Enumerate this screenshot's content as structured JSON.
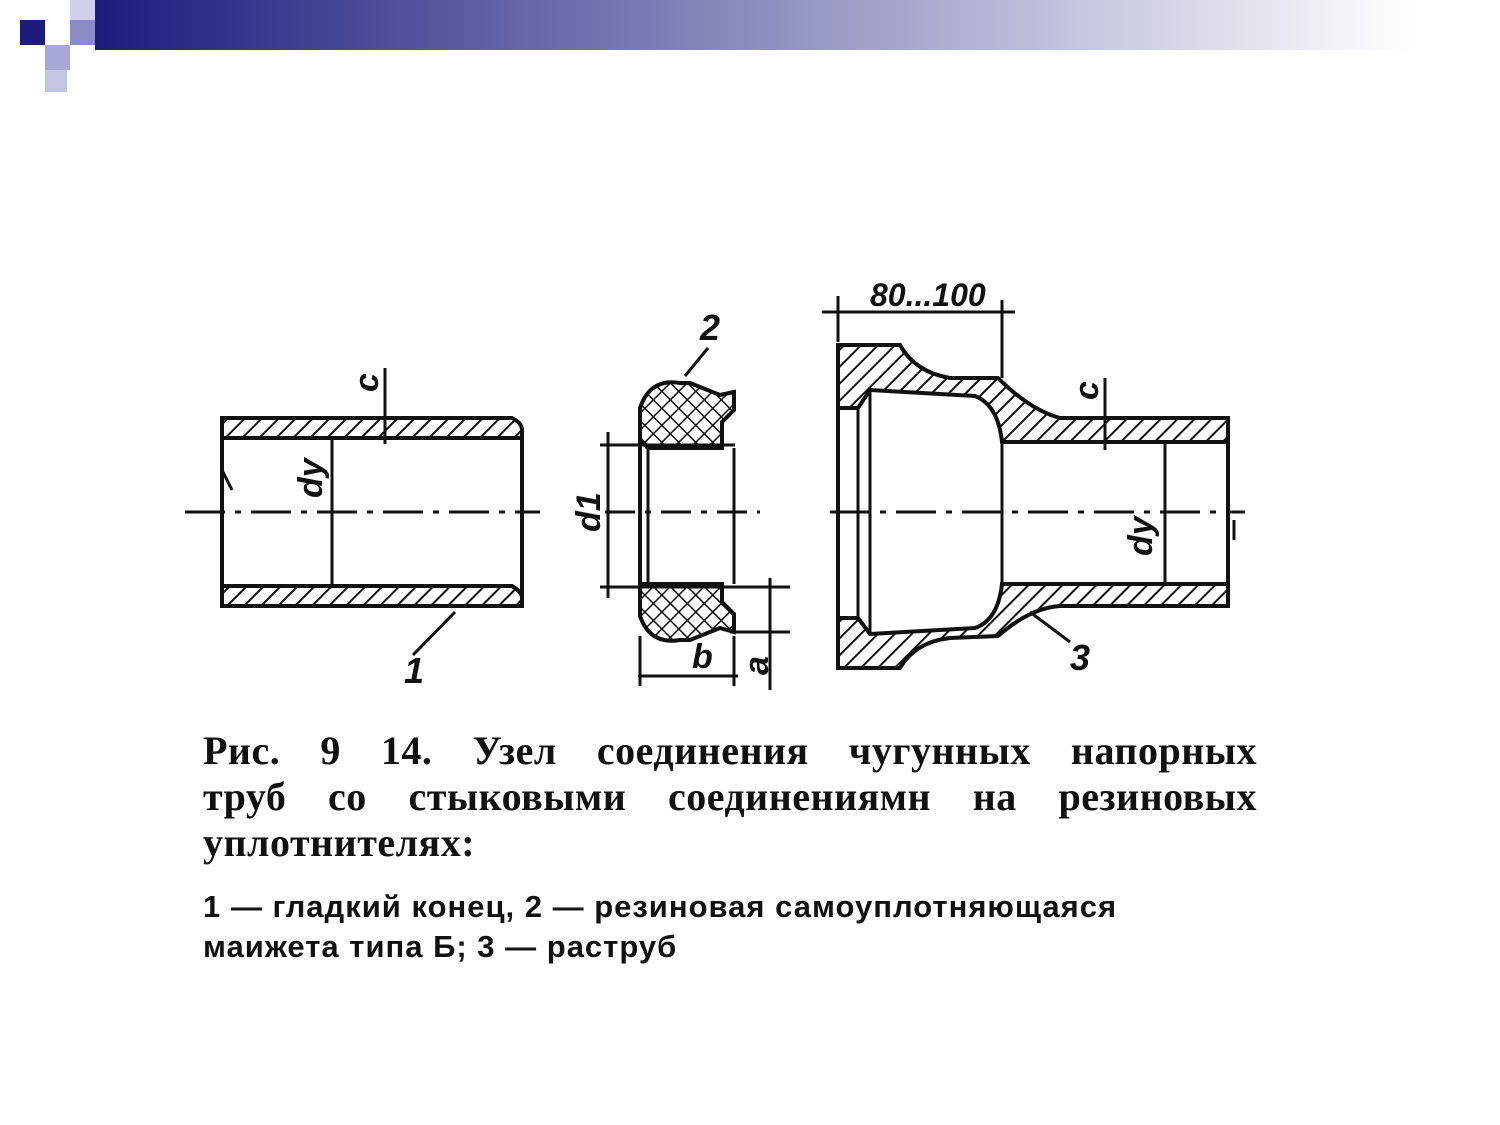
{
  "colors": {
    "header_dark": "#1c1c7e",
    "header_light": "#ffffff",
    "square_accent": "#a8a8d6",
    "ink": "#111111"
  },
  "figure": {
    "labels": {
      "part1": "1",
      "part2": "2",
      "part3": "3",
      "dim_c_left": "c",
      "dim_c_right": "c",
      "dim_dy_left": "dy",
      "dim_dy_right": "dy",
      "dim_d1": "d1",
      "dim_b": "b",
      "dim_a": "a",
      "dim_length": "80...100"
    }
  },
  "caption": {
    "line1": "Рис. 9 14. Узел соединения чугунных напорных",
    "line2": "труб со стыковыми соединениямн на резиновых",
    "line3": "уплотнителях:"
  },
  "legend": {
    "line1": "1 — гладкий конец, 2 — резиновая самоуплотняющаяся",
    "line2": "маижета типа Б; 3 — раструб"
  }
}
